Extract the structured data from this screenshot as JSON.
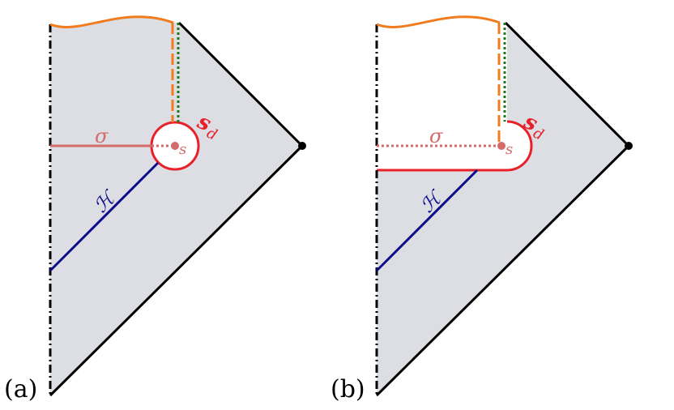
{
  "panels": [
    {
      "label": "(a)",
      "sigma": "σ",
      "s": "s",
      "sd": "s",
      "sd_sub": "d",
      "horizon": "ℋ"
    },
    {
      "label": "(b)",
      "sigma": "σ",
      "s": "s",
      "sd": "s",
      "sd_sub": "d",
      "horizon": "ℋ"
    }
  ],
  "colors": {
    "region_fill": "#dcdee4",
    "orange": "#f07c1e",
    "green": "#1f7a1f",
    "red": "#e8202a",
    "pink": "#d46a6a",
    "blue": "#0d0d8a",
    "black": "#000000"
  }
}
